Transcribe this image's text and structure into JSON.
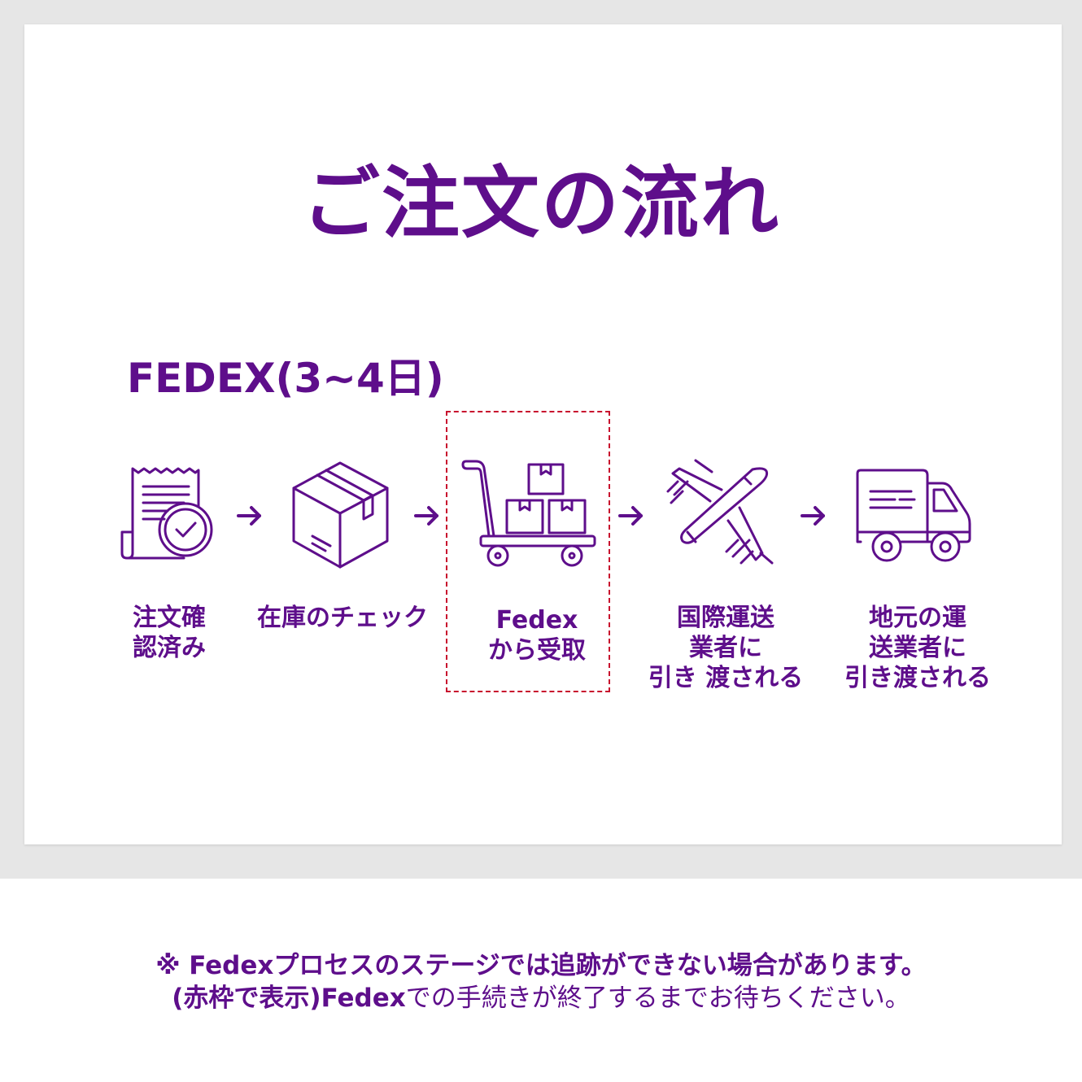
{
  "title": "ご注文の流れ",
  "subtitle": "FEDEX(3~4日)",
  "steps": [
    {
      "icon": "receipt-check-icon",
      "lines": [
        "注文確",
        "認済み"
      ]
    },
    {
      "icon": "package-box-icon",
      "lines": [
        "在庫のチェック"
      ]
    },
    {
      "icon": "hand-truck-icon",
      "lines": [
        "Fedex",
        "から受取"
      ]
    },
    {
      "icon": "airplane-icon",
      "lines": [
        "国際運送",
        "業者に",
        "引き 渡される"
      ]
    },
    {
      "icon": "delivery-truck-icon",
      "lines": [
        "地元の運",
        "送業者に",
        "引き渡される"
      ]
    }
  ],
  "highlight_color": "#c8102e",
  "accent_color": "#5e0e8b",
  "note": {
    "line1": "※ Fedexプロセスのステージでは追跡ができない場合があります。",
    "line2_bold": "(赤枠で表示)Fedex",
    "line2_rest": "での手続きが終了するまでお待ちください。"
  }
}
